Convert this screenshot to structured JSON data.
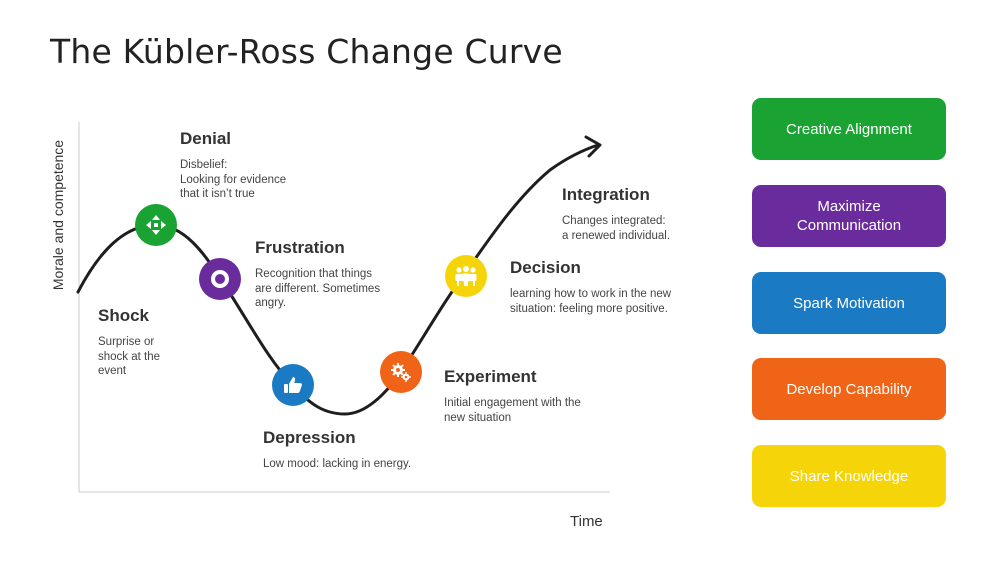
{
  "title": "The Kübler-Ross Change Curve",
  "axes": {
    "y_label": "Morale and competence",
    "x_label": "Time"
  },
  "stages": [
    {
      "id": "shock",
      "title": "Shock",
      "description": "Surprise or\nshock at the\nevent"
    },
    {
      "id": "denial",
      "title": "Denial",
      "description": "Disbelief:\nLooking for evidence\nthat it isn’t true",
      "icon": "move-arrows-icon",
      "color": "#1aa333"
    },
    {
      "id": "frustration",
      "title": "Frustration",
      "description": "Recognition that things\nare different. Sometimes\nangry.",
      "icon": "ring-icon",
      "color": "#6a2c9c"
    },
    {
      "id": "depression",
      "title": "Depression",
      "description": "Low mood: lacking in energy.",
      "icon": "thumbs-up-icon",
      "color": "#1a7bc4"
    },
    {
      "id": "experiment",
      "title": "Experiment",
      "description": "Initial engagement with the\nnew situation",
      "icon": "gears-icon",
      "color": "#f06418"
    },
    {
      "id": "decision",
      "title": "Decision",
      "description": "learning how to work in the new\nsituation: feeling more positive.",
      "icon": "people-icon",
      "color": "#f6d40a"
    },
    {
      "id": "integration",
      "title": "Integration",
      "description": "Changes integrated:\na renewed individual."
    }
  ],
  "buttons": [
    {
      "label": "Creative Alignment",
      "color": "#1aa333"
    },
    {
      "label": "Maximize\nCommunication",
      "color": "#6a2c9c"
    },
    {
      "label": "Spark Motivation",
      "color": "#1a7bc4"
    },
    {
      "label": "Develop Capability",
      "color": "#f06418"
    },
    {
      "label": "Share Knowledge",
      "color": "#f6d40a"
    }
  ]
}
